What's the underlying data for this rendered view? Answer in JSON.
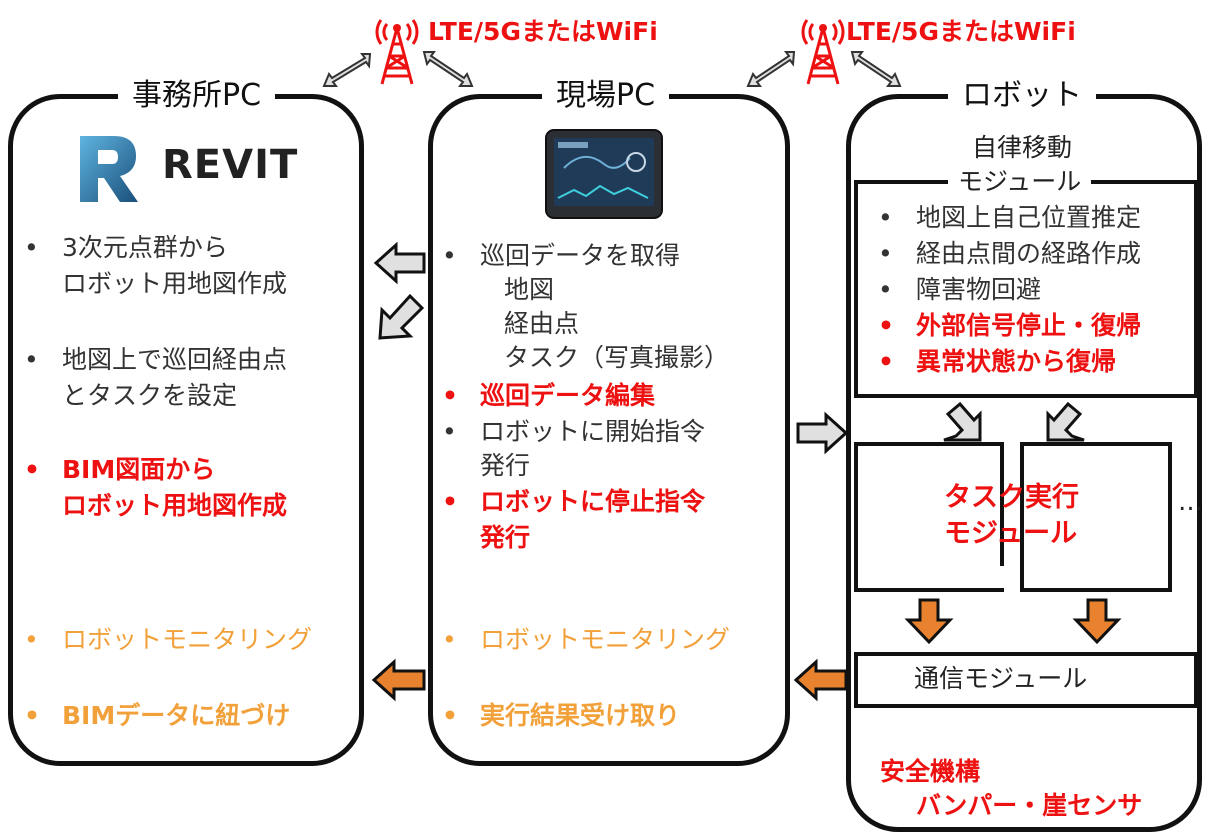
{
  "comm_label_left": "LTE/5GまたはWiFi",
  "comm_label_right": "LTE/5GまたはWiFi",
  "office": {
    "title": "事務所PC",
    "logo_text": "REVIT",
    "items": [
      {
        "text": "3次元点群から",
        "cont": "ロボット用地図作成"
      },
      {
        "text": "地図上で巡回経由点",
        "cont": "とタスクを設定"
      },
      {
        "text": "BIM図面から",
        "cont": "ロボット用地図作成"
      },
      {
        "text": "ロボットモニタリング"
      },
      {
        "text": "BIMデータに紐づけ"
      }
    ]
  },
  "site": {
    "title": "現場PC",
    "items": [
      {
        "text": "巡回データを取得",
        "subs": [
          "地図",
          "経由点",
          "タスク（写真撮影）"
        ]
      },
      {
        "text": "巡回データ編集"
      },
      {
        "text": "ロボットに開始指令",
        "cont": "発行"
      },
      {
        "text": "ロボットに停止指令",
        "cont": "発行"
      },
      {
        "text": "ロボットモニタリング"
      },
      {
        "text": "実行結果受け取り"
      }
    ]
  },
  "robot": {
    "title": "ロボット",
    "autonomous_label_1": "自律移動",
    "autonomous_label_2": "モジュール",
    "autonomous_items": [
      "地図上自己位置推定",
      "経由点間の経路作成",
      "障害物回避",
      "外部信号停止・復帰",
      "異常状態から復帰"
    ],
    "task_module_1": "タスク実行",
    "task_module_2": "モジュール",
    "ellipsis": "…",
    "comm_module": "通信モジュール",
    "safety_title": "安全機構",
    "safety_detail": "バンパー・崖センサ"
  },
  "colors": {
    "red": "#ee1111",
    "orange": "#f2a13a",
    "arrow_orange": "#e8822e",
    "arrow_gray": "#e0e0e0"
  }
}
